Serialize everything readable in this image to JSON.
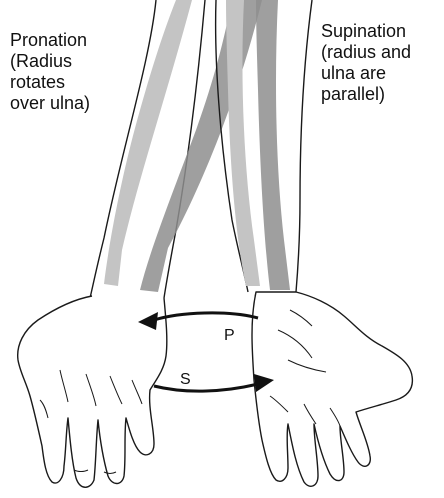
{
  "labels": {
    "pronation": [
      "Pronation",
      "(Radius",
      "rotates",
      "over ulna)"
    ],
    "supination": [
      "Supination",
      "(radius and",
      "ulna are",
      "parallel)"
    ]
  },
  "arrows": {
    "pronation_letter": "P",
    "supination_letter": "S"
  },
  "colors": {
    "outline": "#1a1a1a",
    "bone_light": "#c4c4c4",
    "bone_dark": "#8e8e8e",
    "skin": "#ffffff"
  }
}
